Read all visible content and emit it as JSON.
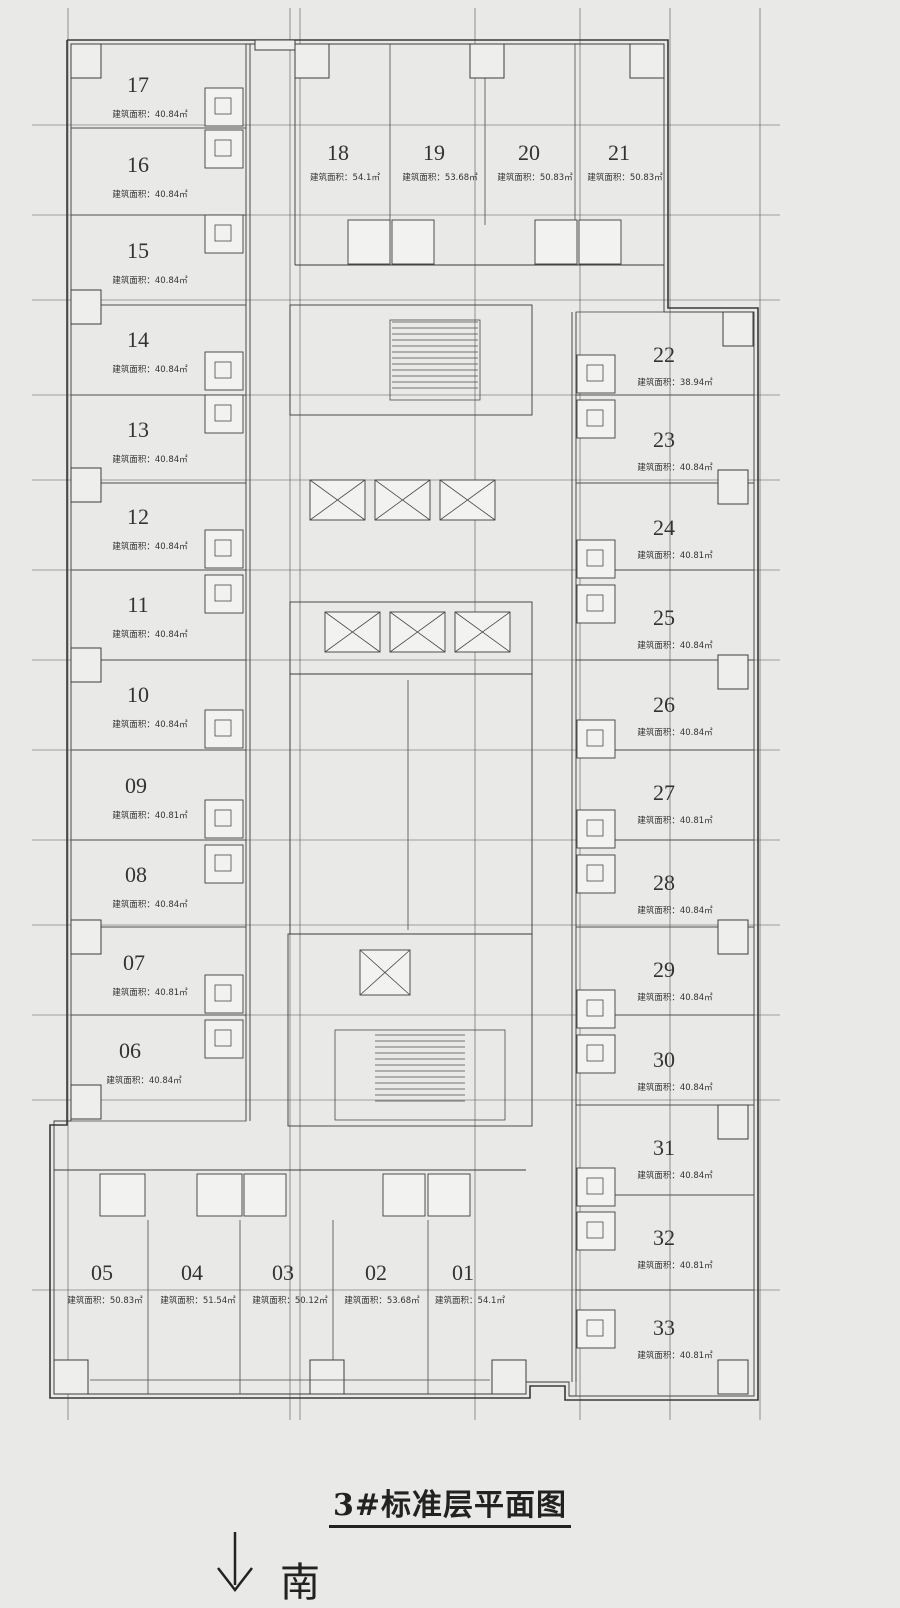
{
  "title": "3#标准层平面图",
  "direction_label": "南",
  "units": [
    {
      "num": "17",
      "area": "建筑面积：40.84㎡"
    },
    {
      "num": "16",
      "area": "建筑面积：40.84㎡"
    },
    {
      "num": "15",
      "area": "建筑面积：40.84㎡"
    },
    {
      "num": "14",
      "area": "建筑面积：40.84㎡"
    },
    {
      "num": "13",
      "area": "建筑面积：40.84㎡"
    },
    {
      "num": "12",
      "area": "建筑面积：40.84㎡"
    },
    {
      "num": "11",
      "area": "建筑面积：40.84㎡"
    },
    {
      "num": "10",
      "area": "建筑面积：40.84㎡"
    },
    {
      "num": "09",
      "area": "建筑面积：40.81㎡"
    },
    {
      "num": "08",
      "area": "建筑面积：40.84㎡"
    },
    {
      "num": "07",
      "area": "建筑面积：40.81㎡"
    },
    {
      "num": "06",
      "area": "建筑面积：40.84㎡"
    },
    {
      "num": "18",
      "area": "建筑面积：54.1㎡"
    },
    {
      "num": "19",
      "area": "建筑面积：53.68㎡"
    },
    {
      "num": "20",
      "area": "建筑面积：50.83㎡"
    },
    {
      "num": "21",
      "area": "建筑面积：50.83㎡"
    },
    {
      "num": "22",
      "area": "建筑面积：38.94㎡"
    },
    {
      "num": "23",
      "area": "建筑面积：40.84㎡"
    },
    {
      "num": "24",
      "area": "建筑面积：40.81㎡"
    },
    {
      "num": "25",
      "area": "建筑面积：40.84㎡"
    },
    {
      "num": "26",
      "area": "建筑面积：40.84㎡"
    },
    {
      "num": "27",
      "area": "建筑面积：40.81㎡"
    },
    {
      "num": "28",
      "area": "建筑面积：40.84㎡"
    },
    {
      "num": "29",
      "area": "建筑面积：40.84㎡"
    },
    {
      "num": "30",
      "area": "建筑面积：40.84㎡"
    },
    {
      "num": "31",
      "area": "建筑面积：40.84㎡"
    },
    {
      "num": "32",
      "area": "建筑面积：40.81㎡"
    },
    {
      "num": "33",
      "area": "建筑面积：40.81㎡"
    },
    {
      "num": "05",
      "area": "建筑面积：50.83㎡"
    },
    {
      "num": "04",
      "area": "建筑面积：51.54㎡"
    },
    {
      "num": "03",
      "area": "建筑面积：50.12㎡"
    },
    {
      "num": "02",
      "area": "建筑面积：53.68㎡"
    },
    {
      "num": "01",
      "area": "建筑面积：54.1㎡"
    }
  ]
}
